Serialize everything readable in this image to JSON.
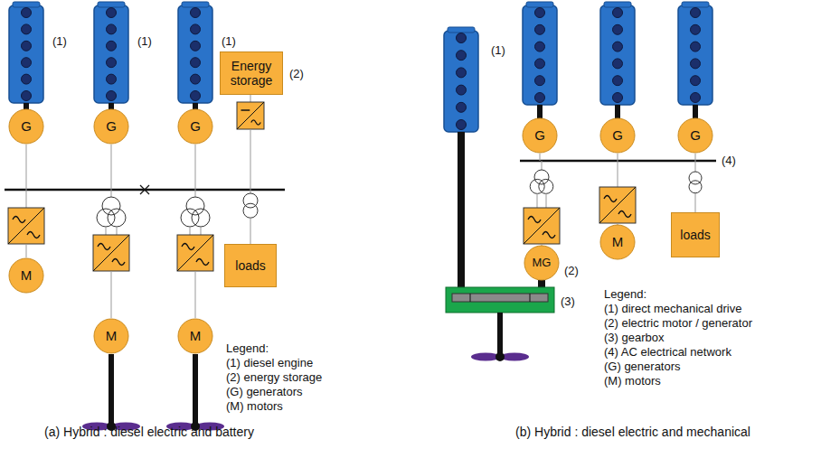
{
  "diagram": {
    "nodes": [
      {
        "text": [
          "G"
        ]
      },
      {
        "text": [
          "G"
        ]
      },
      {
        "text": [
          "G"
        ]
      },
      {
        "text": [
          "Energy storage"
        ]
      },
      {
        "text": [
          "M"
        ]
      },
      {
        "text": [
          "M"
        ]
      },
      {
        "text": [
          "M"
        ]
      },
      {
        "text": [
          "loads"
        ]
      },
      {
        "text": [
          "G"
        ]
      },
      {
        "text": [
          "G"
        ]
      },
      {
        "text": [
          "G"
        ]
      },
      {
        "text": [
          "MG"
        ]
      },
      {
        "text": [
          "M"
        ]
      },
      {
        "text": [
          "loads"
        ]
      }
    ],
    "labels": [
      "(1)",
      "(1)",
      "(1)",
      "(2)",
      "Legend:",
      "(a) Hybrid : diesel electric and battery",
      "(1)",
      "(2)",
      "(3)",
      "(4)",
      "Legend:",
      "(b) Hybrid : diesel electric and mechanical"
    ],
    "legend": [
      {
        "text": "(1) diesel engine"
      },
      {
        "text": "(2) energy storage"
      },
      {
        "text": "(G) generators"
      },
      {
        "text": "(M) motors"
      },
      {
        "text": "(1) direct mechanical drive"
      },
      {
        "text": "(2) electric motor / generator"
      },
      {
        "text": "(3) gearbox"
      },
      {
        "text": "(4) AC electrical network"
      },
      {
        "text": "(G) generators"
      },
      {
        "text": "(M) motors"
      }
    ]
  }
}
